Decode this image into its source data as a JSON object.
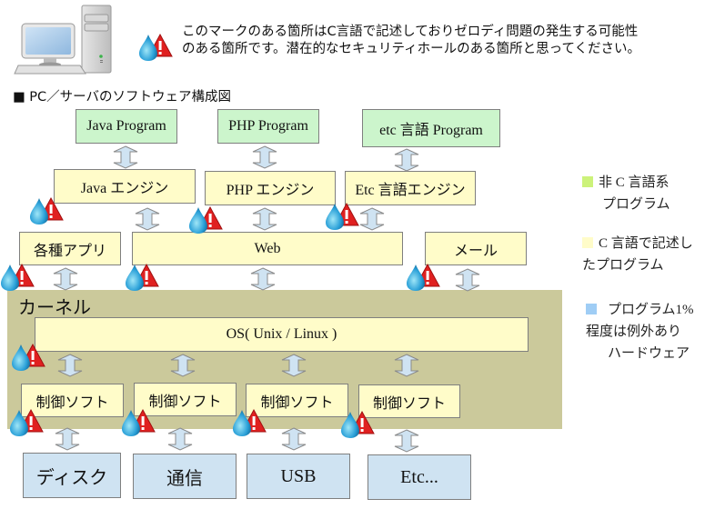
{
  "header": {
    "note_line1": "このマークのある箇所はC言語で記述しておりゼロディ問題の発生する可能性",
    "note_line2": "のある箇所です。潜在的なセキュリティホールのある箇所と思ってください。",
    "pc_icon": "desktop-computer-icon",
    "mark_icon": "water-drop-warning-icon"
  },
  "section_title": "■ PC／サーバのソフトウェア構成図",
  "diagram": {
    "programs": [
      "Java Program",
      "PHP Program",
      "etc 言語 Program"
    ],
    "engines": [
      "Java エンジン",
      "PHP エンジン",
      "Etc 言語エンジン"
    ],
    "apps": [
      "各種アプリ",
      "Web",
      "メール"
    ],
    "kernel_label": "カーネル",
    "os": "OS( Unix / Linux )",
    "drivers": [
      "制御ソフト",
      "制御ソフト",
      "制御ソフト",
      "制御ソフト"
    ],
    "hardware": [
      "ディスク",
      "通信",
      "USB",
      "Etc..."
    ]
  },
  "legend": [
    {
      "line1": "非 C 言語系",
      "line2": "プログラム",
      "color": "#ccf27a"
    },
    {
      "line1": "C 言語で記述し",
      "line2": "たプログラム",
      "color": "#fffcc9"
    },
    {
      "line1": "プログラム1%",
      "line2": "程度は例外あり",
      "line3": "ハードウェア",
      "color": "#9fcdf5"
    }
  ],
  "colors": {
    "non_c": "#ccf5cc",
    "c_program": "#fffcc9",
    "hardware": "#cfe3f2",
    "kernel": "#cbc99b",
    "warning": "#e02020",
    "drop": "#2aa0d8"
  }
}
